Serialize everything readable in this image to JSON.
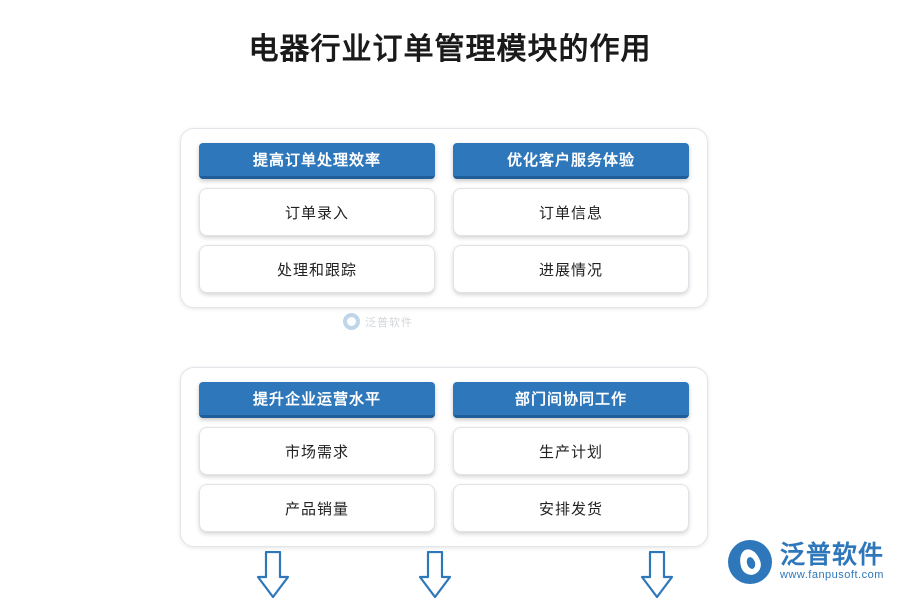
{
  "title": "电器行业订单管理模块的作用",
  "panels": [
    {
      "columns": [
        {
          "header": "提高订单处理效率",
          "items": [
            "订单录入",
            "处理和跟踪"
          ]
        },
        {
          "header": "优化客户服务体验",
          "items": [
            "订单信息",
            "进展情况"
          ]
        }
      ]
    },
    {
      "columns": [
        {
          "header": "提升企业运营水平",
          "items": [
            "市场需求",
            "产品销量"
          ]
        },
        {
          "header": "部门间协同工作",
          "items": [
            "生产计划",
            "安排发货"
          ]
        }
      ]
    }
  ],
  "watermark": {
    "text": "泛普软件",
    "icon": "circle-logo-icon"
  },
  "arrows": [
    {
      "name": "down-arrow-left",
      "icon": "arrow-down-outline-icon"
    },
    {
      "name": "down-arrow-center",
      "icon": "arrow-down-outline-icon"
    },
    {
      "name": "down-arrow-right",
      "icon": "arrow-down-outline-icon"
    }
  ],
  "logo": {
    "name": "泛普软件",
    "sub": "www.fanpusoft.com",
    "icon": "fanpu-flame-logo-icon"
  },
  "colors": {
    "accent": "#2e77bb",
    "accent_dark": "#1f5e99",
    "text": "#222222",
    "panel_border": "#e2e6ea"
  }
}
